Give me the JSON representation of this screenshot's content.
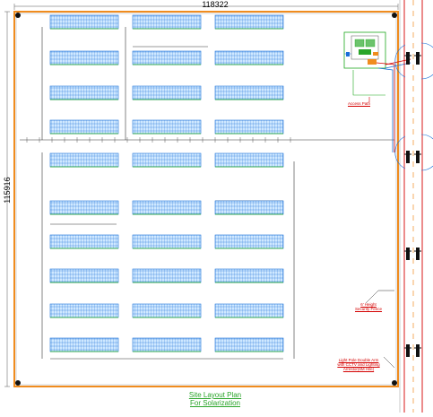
{
  "drawing": {
    "width_dimension": "118322",
    "height_dimension": "115916",
    "title_line1": "Site Layout Plan",
    "title_line2": "For Solarization"
  },
  "callouts": {
    "access_path": "Access Path",
    "security_fence_line1": "6' Height",
    "security_fence_line2": "Security Fence",
    "light_pole_line1": "Light Pole Double Arm",
    "light_pole_line2": "with CCTV and Lighting",
    "light_pole_line3": "Arrestor(6M Hile)"
  },
  "colors": {
    "fence": "#f08c1e",
    "panel_fill": "#cfe8ff",
    "panel_stroke": "#1a6fd8",
    "panel_edge": "#1fa81f",
    "callout": "#d40000",
    "title": "#2aa52a"
  },
  "panel_rows": 10,
  "panel_cols": 3
}
